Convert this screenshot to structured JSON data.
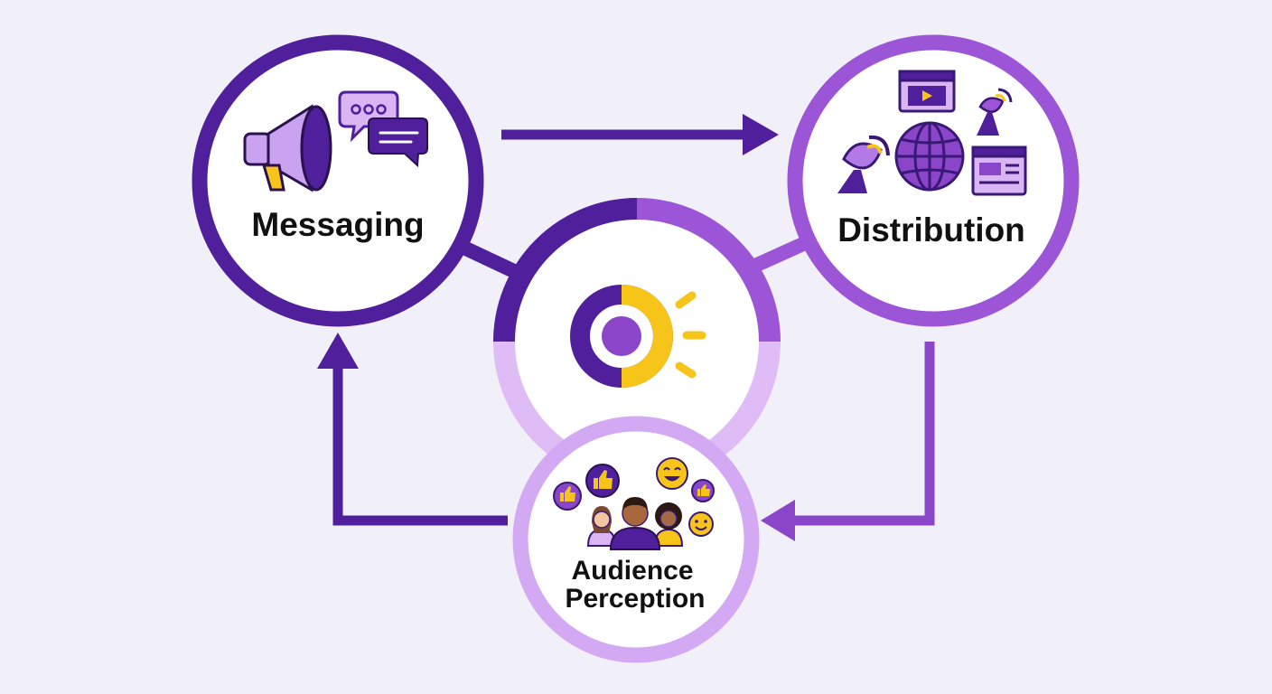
{
  "nodes": {
    "messaging": {
      "label": "Messaging"
    },
    "distribution": {
      "label": "Distribution"
    },
    "audience": {
      "label_line1": "Audience",
      "label_line2": "Perception"
    }
  },
  "center": {
    "icon": "target-focus-icon"
  },
  "icons": {
    "messaging": [
      "megaphone-icon",
      "chat-bubble-dots-icon",
      "chat-bubble-lines-icon"
    ],
    "distribution": [
      "video-window-icon",
      "satellite-dish-icon",
      "globe-icon",
      "browser-window-icon"
    ],
    "audience": [
      "thumbs-up-icon",
      "smiley-icon",
      "people-group-icon"
    ]
  },
  "colors": {
    "background": "#f1f0f8",
    "dark_purple": "#4f1f9c",
    "mid_purple": "#8a45c9",
    "light_purple": "#d9b5f3",
    "accent_yellow": "#f7c519"
  }
}
